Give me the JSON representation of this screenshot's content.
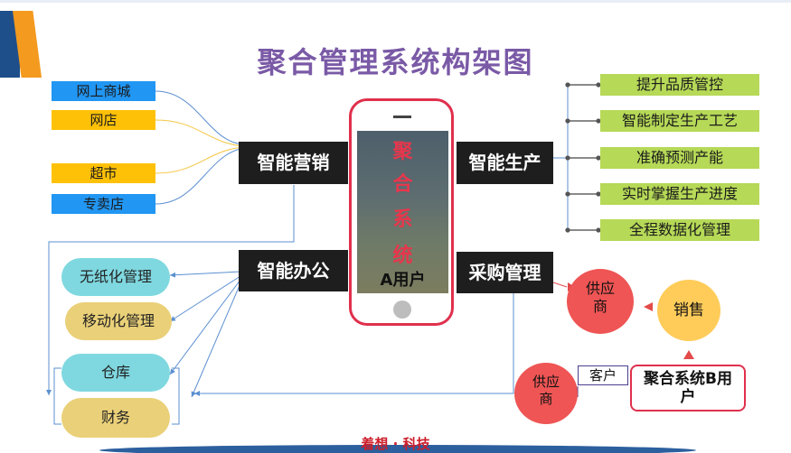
{
  "title": "聚合管理系统构架图",
  "marketing": {
    "label": "智能营销",
    "channels": [
      "网上商城",
      "网店",
      "超市",
      "专卖店"
    ]
  },
  "production": {
    "label": "智能生产",
    "items": [
      "提升品质管控",
      "智能制定生产工艺",
      "准确预测产能",
      "实时掌握生产进度",
      "全程数据化管理"
    ]
  },
  "office": {
    "label": "智能办公",
    "items": [
      "无纸化管理",
      "移动化管理",
      "仓库",
      "财务"
    ]
  },
  "purchasing": {
    "label": "采购管理",
    "supplier_top": "供应商",
    "sales": "销售",
    "system_b": "聚合系统B用户",
    "client": "客户",
    "supplier_bottom": "供应商"
  },
  "phone": {
    "chars": [
      "聚",
      "合",
      "系",
      "统"
    ],
    "user_label": "A用户"
  },
  "footer": "着想 · 科技",
  "colors": {
    "title": "#7a5aa6",
    "dark_box": "#1e1e1e",
    "green": "#b6d957",
    "blue_tag": "#2196f3",
    "yellow_tag": "#ffc107",
    "red_accent": "#e0304d",
    "cyan_pill": "#7fd8e0",
    "tan_pill": "#ead078",
    "supplier_red": "#ee5554",
    "sales_orange": "#ffcc5a"
  }
}
